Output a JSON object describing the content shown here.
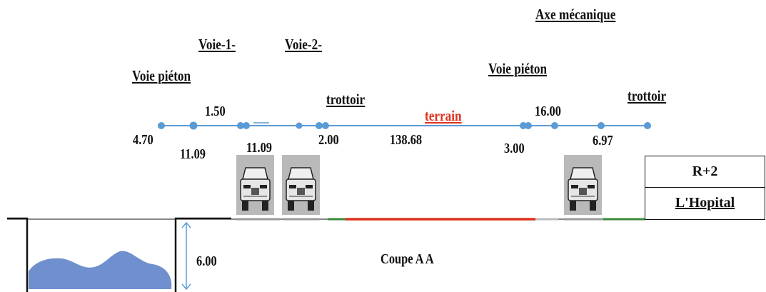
{
  "labels": {
    "axe_mecanique": "Axe mécanique",
    "voie_1": "Voie-1-",
    "voie_2": "Voie-2-",
    "voie_pieton_left": "Voie piéton",
    "voie_pieton_right": "Voie piéton",
    "trottoir_left": "trottoir",
    "trottoir_right": "trottoir",
    "terrain": "terrain",
    "coupe": "Coupe A A"
  },
  "dimensions": {
    "d1": "1.50",
    "d2": "16.00",
    "d3": "4.70",
    "d4": "11.09",
    "d5": "11.09",
    "d6": "2.00",
    "d7": "138.68",
    "d8": "3.00",
    "d9": "6.97",
    "depth": "6.00"
  },
  "building": {
    "floors": "R+2",
    "name": "L'Hopital"
  },
  "colors": {
    "dimension_line": "#5b9bd5",
    "terrain_red": "#e0301e",
    "trottoir_green": "#3a8a3a",
    "water": "#6f8fcf",
    "ground": "#111111"
  }
}
